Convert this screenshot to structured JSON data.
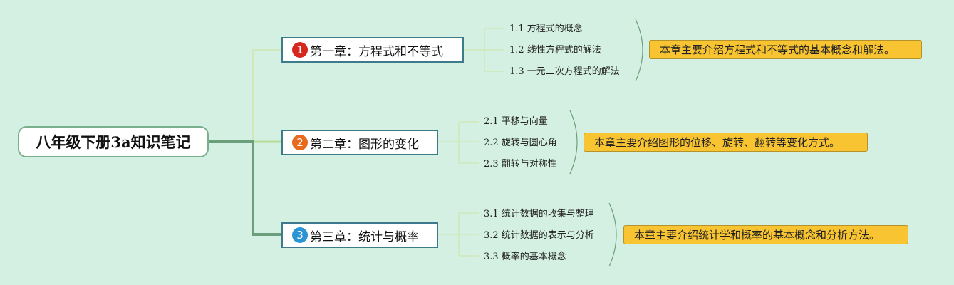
{
  "root": {
    "title": "八年级下册3a知识笔记"
  },
  "chapters": [
    {
      "number": "1",
      "title": "第一章：方程式和不等式",
      "badge_color": "#d7261e",
      "sections": [
        "1.1 方程式的概念",
        "1.2 线性方程式的解法",
        "1.3 一元二次方程式的解法"
      ],
      "summary": "本章主要介绍方程式和不等式的基本概念和解法。"
    },
    {
      "number": "2",
      "title": "第二章：图形的变化",
      "badge_color": "#e86a1c",
      "sections": [
        "2.1 平移与向量",
        "2.2 旋转与圆心角",
        "2.3 翻转与对称性"
      ],
      "summary": "本章主要介绍图形的位移、旋转、翻转等变化方式。"
    },
    {
      "number": "3",
      "title": "第三章：统计与概率",
      "badge_color": "#2a95d4",
      "sections": [
        "3.1 统计数据的收集与整理",
        "3.2 统计数据的表示与分析",
        "3.3 概率的基本概念"
      ],
      "summary": "本章主要介绍统计学和概率的基本概念和分析方法。"
    }
  ],
  "colors": {
    "background": "#d4f0e2",
    "root_link": "#6b9f7c",
    "chapter_link": "#b7dc9a",
    "chapter_border": "#3c7a8c",
    "summary_fill": "#f9c431"
  }
}
